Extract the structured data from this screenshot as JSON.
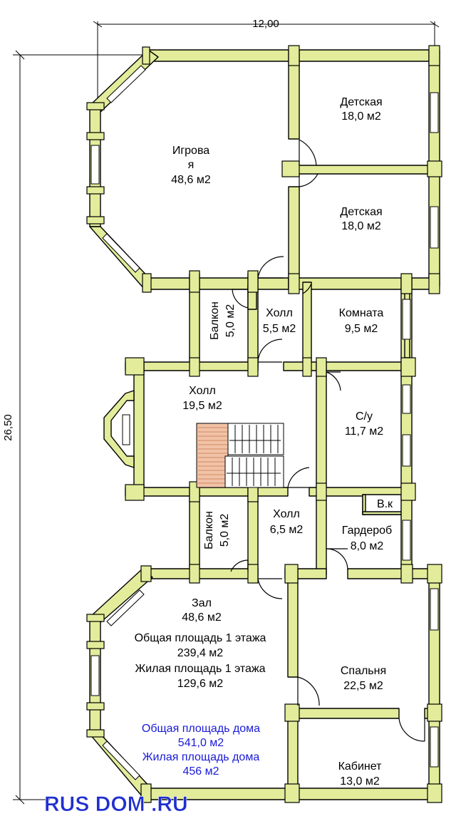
{
  "dimensions": {
    "width_label": "12,00",
    "height_label": "26,50"
  },
  "rooms": {
    "igrovaya": {
      "name_1": "Игрова",
      "name_2": "я",
      "area": "48,6 м2"
    },
    "detskaya_1": {
      "name": "Детская",
      "area": "18,0 м2"
    },
    "detskaya_2": {
      "name": "Детская",
      "area": "18,0 м2"
    },
    "balkon_1": {
      "name": "Балкон",
      "area": "5,0 м2"
    },
    "holl_small": {
      "name": "Холл",
      "area": "5,5 м2"
    },
    "komnata": {
      "name": "Комната",
      "area": "9,5 м2"
    },
    "holl_big": {
      "name": "Холл",
      "area": "19,5 м2"
    },
    "su": {
      "name": "С/у",
      "area": "11,7 м2"
    },
    "vk": {
      "name": "В.к"
    },
    "balkon_2": {
      "name": "Балкон",
      "area": "5,0 м2"
    },
    "holl_mid": {
      "name": "Холл",
      "area": "6,5 м2"
    },
    "garderob": {
      "name": "Гардероб",
      "area": "8,0 м2"
    },
    "zal": {
      "name": "Зал",
      "area": "48,6 м2"
    },
    "spalnya": {
      "name": "Спальня",
      "area": "22,5 м2"
    },
    "kabinet": {
      "name": "Кабинет",
      "area": "13,0 м2"
    }
  },
  "floor_summary": {
    "total_label": "Общая площадь 1 этажа",
    "total_value": "239,4 м2",
    "living_label": "Жилая площадь 1 этажа",
    "living_value": "129,6 м2"
  },
  "house_summary": {
    "total_label": "Общая площадь дома",
    "total_value": "541,0 м2",
    "living_label": "Жилая площадь дома",
    "living_value": "456 м2"
  },
  "logo": {
    "text": "RUS DOM .RU"
  },
  "colors": {
    "wall": "#e2ec9a",
    "wall_stroke": "#000000",
    "stair": "#f1c2a6",
    "logo": "#1f2fd0",
    "blue_text": "#1a1ad8"
  }
}
